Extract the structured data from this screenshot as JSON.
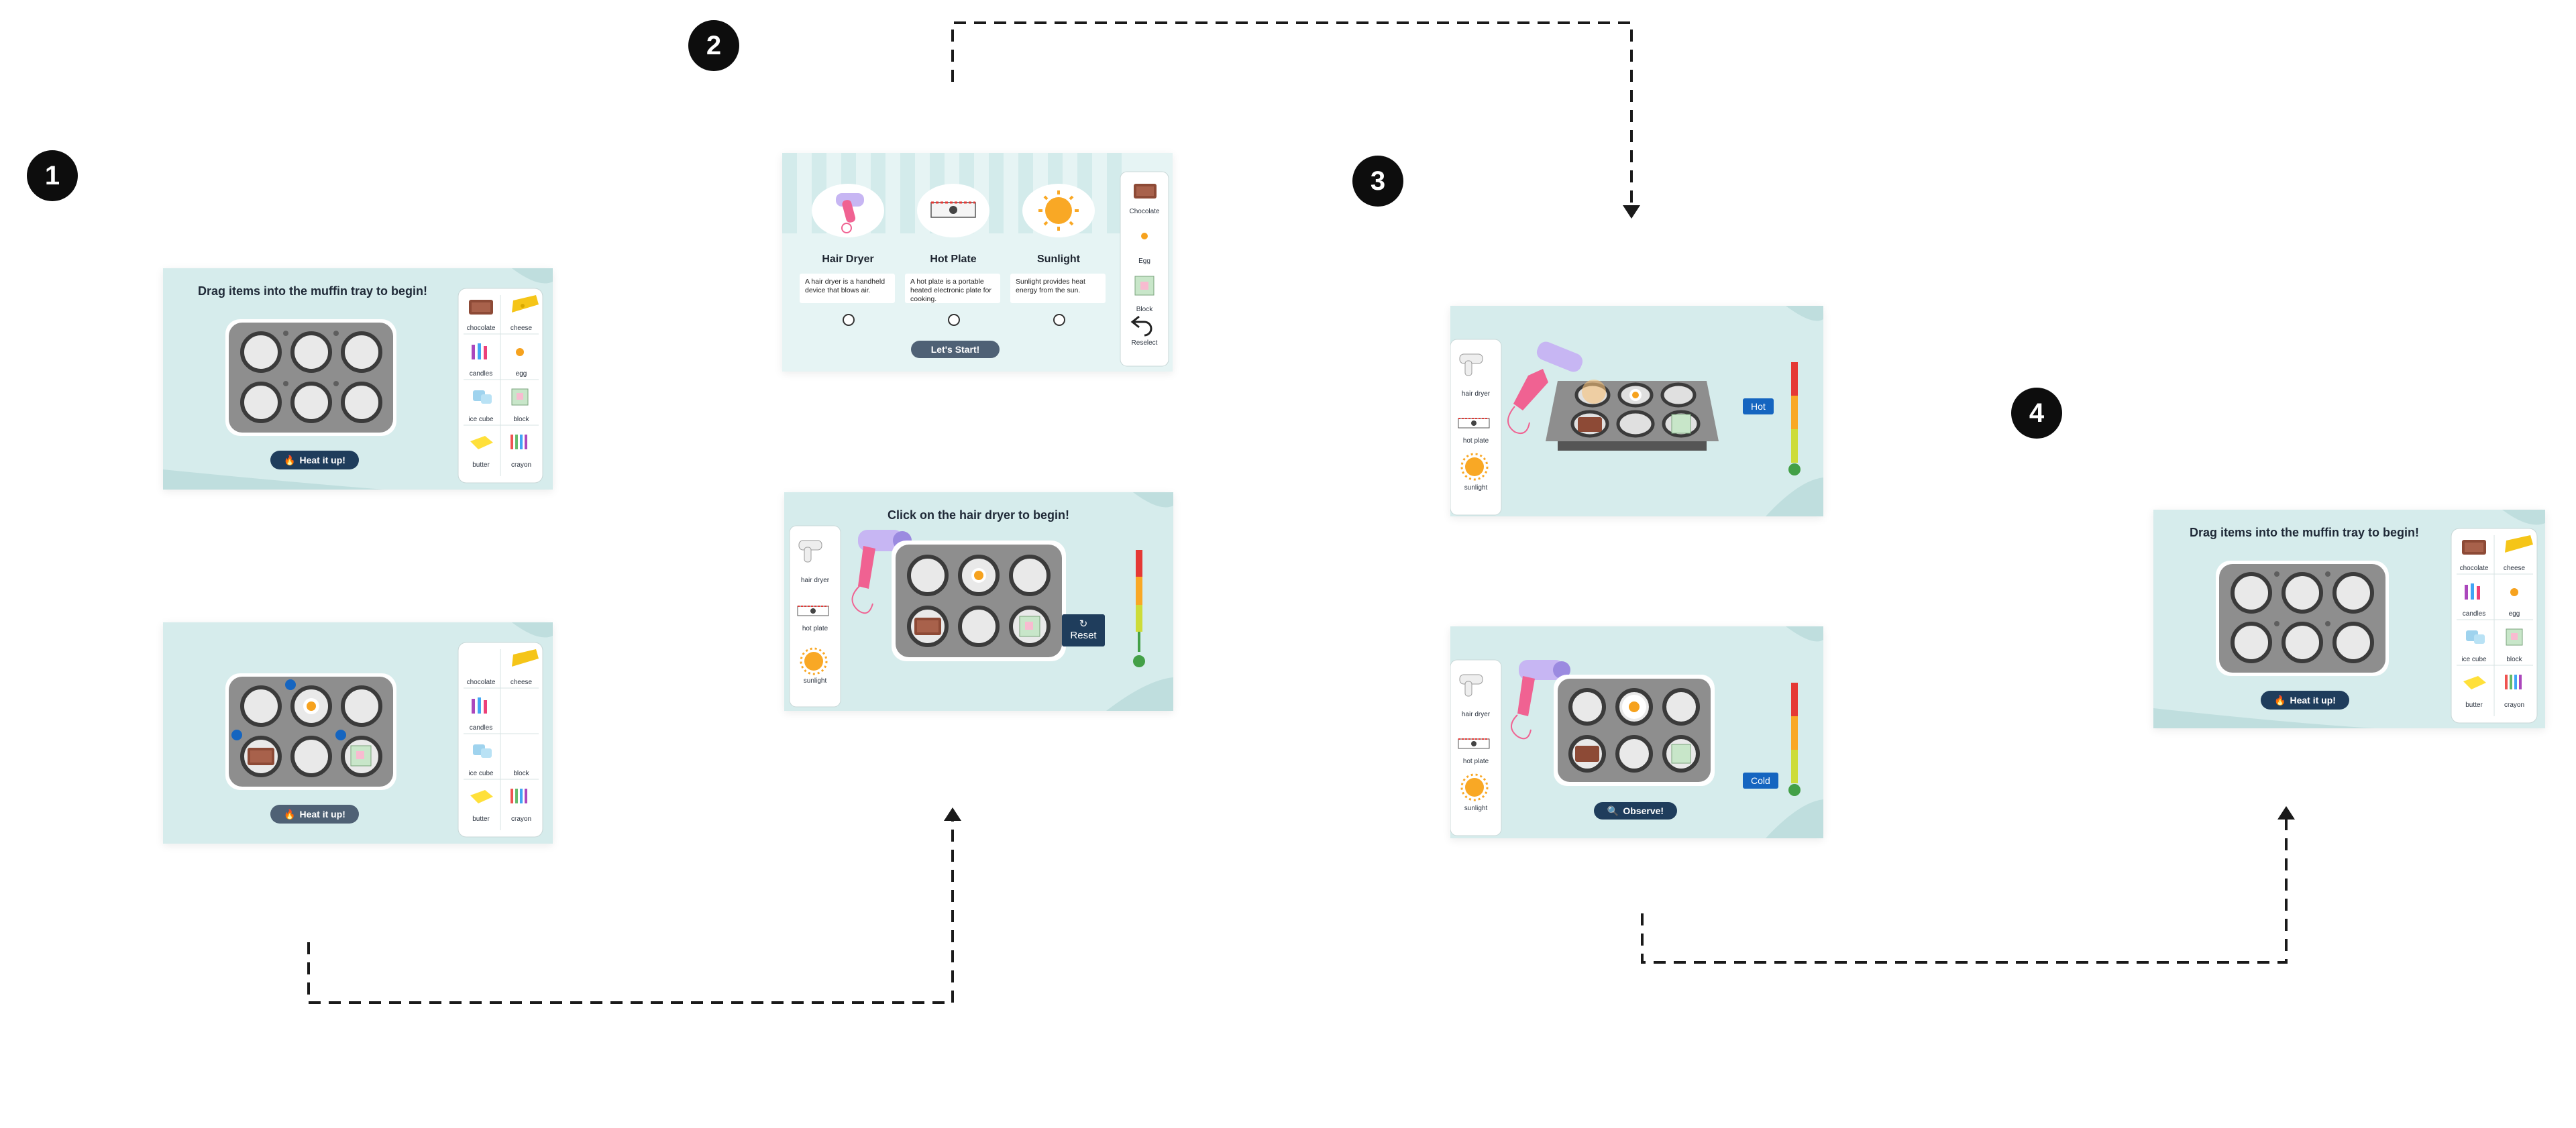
{
  "steps": {
    "one": "1",
    "two": "2",
    "three": "3",
    "four": "4"
  },
  "colors": {
    "screen_bg": "#d6ecec",
    "button_dark": "#1f3d5c",
    "hot_tag": "#1565c0",
    "tray": "#8e8e8e",
    "thermo_top": "#e53935",
    "thermo_mid": "#f9a825",
    "thermo_bottom": "#43a047"
  },
  "screen1a": {
    "title": "Drag items into the muffin tray to begin!",
    "button": "Heat it up!",
    "palette": [
      "chocolate",
      "cheese",
      "candles",
      "egg",
      "ice cube",
      "block",
      "butter",
      "crayon"
    ]
  },
  "screen1b": {
    "button": "Heat it up!",
    "palette": [
      "chocolate",
      "cheese",
      "candles",
      "",
      "ice cube",
      "block",
      "butter",
      "crayon"
    ]
  },
  "screen2a": {
    "options": [
      {
        "name": "Hair Dryer",
        "desc": "A hair dryer is a handheld device that blows air.",
        "icon": "hair-dryer-icon"
      },
      {
        "name": "Hot Plate",
        "desc": "A hot plate is a portable heated electronic plate for cooking.",
        "icon": "hot-plate-icon"
      },
      {
        "name": "Sunlight",
        "desc": "Sunlight provides heat energy from the sun.",
        "icon": "sun-icon"
      }
    ],
    "button": "Let's Start!",
    "side": [
      "Chocolate",
      "Egg",
      "Block",
      "Reselect"
    ]
  },
  "screen2b": {
    "title": "Click on the hair dryer to begin!",
    "reset": "Reset",
    "side": [
      "hair dryer",
      "hot plate",
      "sunlight"
    ]
  },
  "screen3a": {
    "tag": "Hot",
    "side": [
      "hair dryer",
      "hot plate",
      "sunlight"
    ]
  },
  "screen3b": {
    "tag": "Cold",
    "button": "Observe!",
    "side": [
      "hair dryer",
      "hot plate",
      "sunlight"
    ]
  },
  "screen4": {
    "title": "Drag items into the muffin tray to begin!",
    "button": "Heat it up!",
    "palette": [
      "chocolate",
      "cheese",
      "candles",
      "egg",
      "ice cube",
      "block",
      "butter",
      "crayon"
    ]
  }
}
